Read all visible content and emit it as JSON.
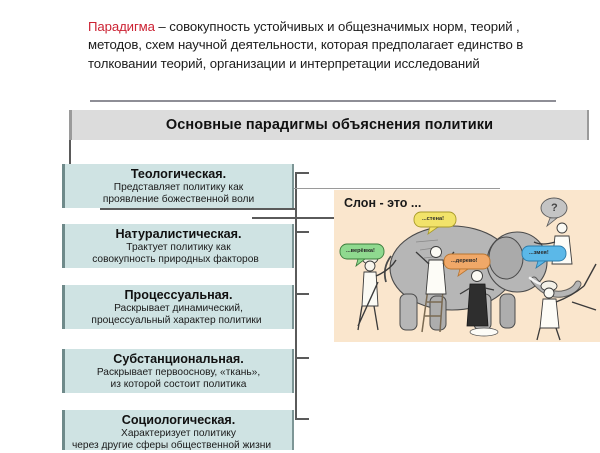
{
  "definition": {
    "term": "Парадигма",
    "rest": " – совокупность устойчивых и общезначимых норм, теорий , методов, схем научной деятельности, которая предполагает единство в толковании теорий, организации и интерпретации исследований",
    "term_color": "#cc2233"
  },
  "title_banner": {
    "text": "Основные парадигмы объяснения политики",
    "background": "#dcdcdc"
  },
  "paradigms": [
    {
      "name": "Теологическая.",
      "desc_line1": "Представляет политику как",
      "desc_line2": "проявление божественной воли"
    },
    {
      "name": "Натуралистическая.",
      "desc_line1": "Трактует политику как",
      "desc_line2": "совокупность природных факторов"
    },
    {
      "name": "Процессуальная.",
      "desc_line1": "Раскрывает динамический,",
      "desc_line2": "процессуальный характер политики"
    },
    {
      "name": "Субстанциональная.",
      "desc_line1": "Раскрывает первооснову, «ткань»,",
      "desc_line2": "из которой состоит политика"
    },
    {
      "name": "Социологическая.",
      "desc_line1": "Характеризует политику",
      "desc_line2": "через другие сферы общественной жизни"
    }
  ],
  "illustration": {
    "caption": "Слон - это ...",
    "background": "#fae6cd",
    "bubbles": [
      {
        "text": "...верёвка!",
        "color": "#8fd98f"
      },
      {
        "text": "...стена!",
        "color": "#f2e36a"
      },
      {
        "text": "...дерево!",
        "color": "#f0a868"
      },
      {
        "text": "...змея!",
        "color": "#5bb8e8"
      },
      {
        "text": "?",
        "color": "#b8b8b8"
      }
    ]
  },
  "colors": {
    "box_fill": "#cfe3e3",
    "box_border": "#6f8a8a",
    "connector": "#5a5a5a"
  }
}
